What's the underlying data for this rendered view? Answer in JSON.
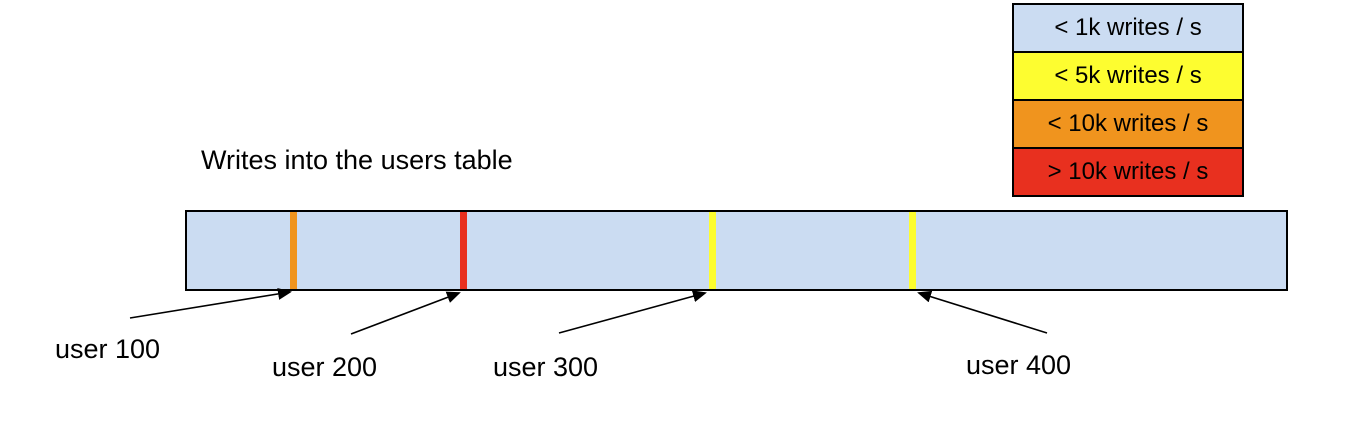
{
  "title": "Writes into the users table",
  "legend": {
    "items": [
      {
        "label": "< 1k writes / s",
        "color": "#cbdcf2"
      },
      {
        "label": "< 5k writes / s",
        "color": "#fdfd30"
      },
      {
        "label": "< 10k writes / s",
        "color": "#f0941e"
      },
      {
        "label": "> 10k writes / s",
        "color": "#e8301f"
      }
    ]
  },
  "bar": {
    "fill": "#cbdcf2",
    "border": "#000000"
  },
  "markers": [
    {
      "label": "user 100",
      "band": "< 10k writes / s",
      "color": "#f0941e"
    },
    {
      "label": "user 200",
      "band": "> 10k writes / s",
      "color": "#e8301f"
    },
    {
      "label": "user 300",
      "band": "< 5k writes / s",
      "color": "#fdfd30"
    },
    {
      "label": "user 400",
      "band": "< 5k writes / s",
      "color": "#fdfd30"
    }
  ]
}
